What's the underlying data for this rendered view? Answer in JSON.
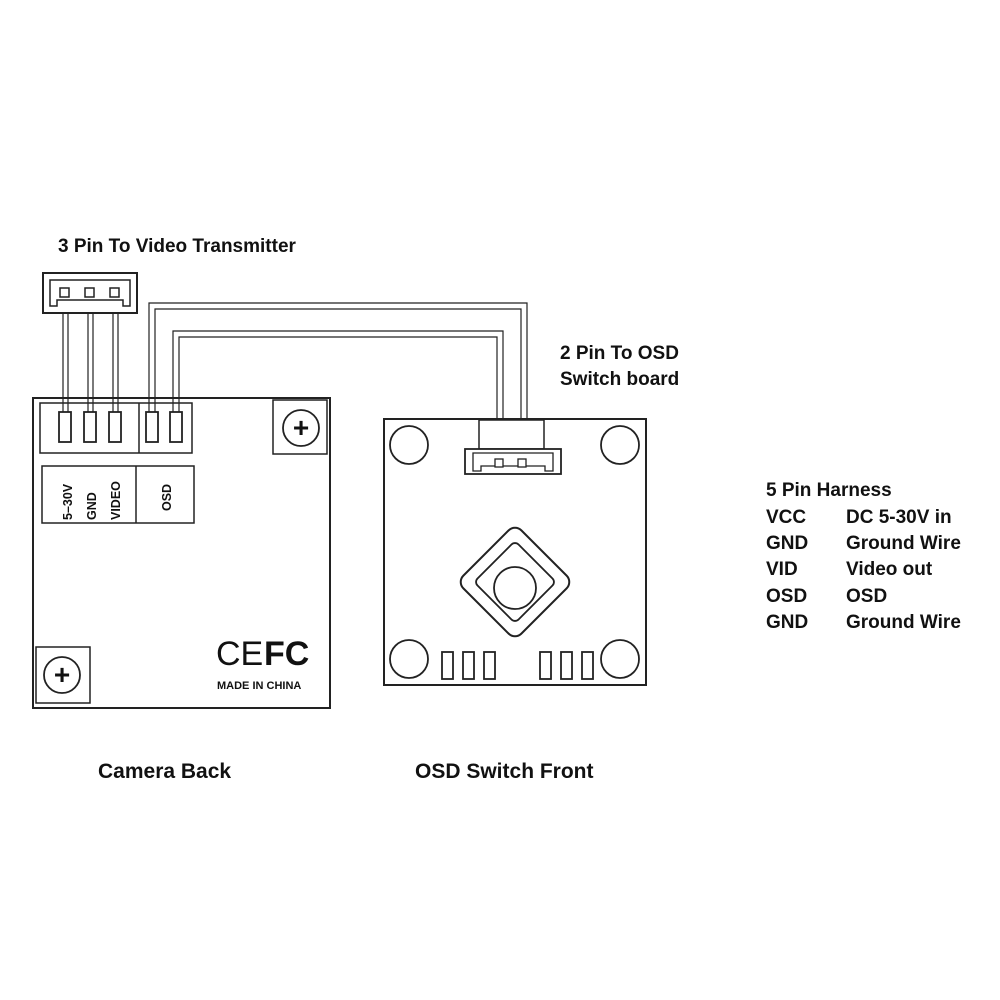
{
  "labels": {
    "video_connector": "3 Pin To Video Transmitter",
    "osd_connector_line1": "2 Pin To OSD",
    "osd_connector_line2": "Switch board",
    "camera_back": "Camera Back",
    "osd_switch_front": "OSD Switch Front"
  },
  "camera_board": {
    "pin_labels": [
      "5–30V",
      "GND",
      "VIDEO"
    ],
    "osd_label": "OSD",
    "ce_mark": "CE",
    "fc_mark": "FC",
    "made_in": "MADE IN CHINA",
    "mount_symbol": "+"
  },
  "harness": {
    "title": "5 Pin  Harness",
    "rows": [
      {
        "pin": "VCC",
        "desc": "DC 5-30V in"
      },
      {
        "pin": "GND",
        "desc": "Ground Wire"
      },
      {
        "pin": "VID",
        "desc": "Video out"
      },
      {
        "pin": "OSD",
        "desc": "OSD"
      },
      {
        "pin": "GND",
        "desc": "Ground Wire"
      }
    ]
  }
}
